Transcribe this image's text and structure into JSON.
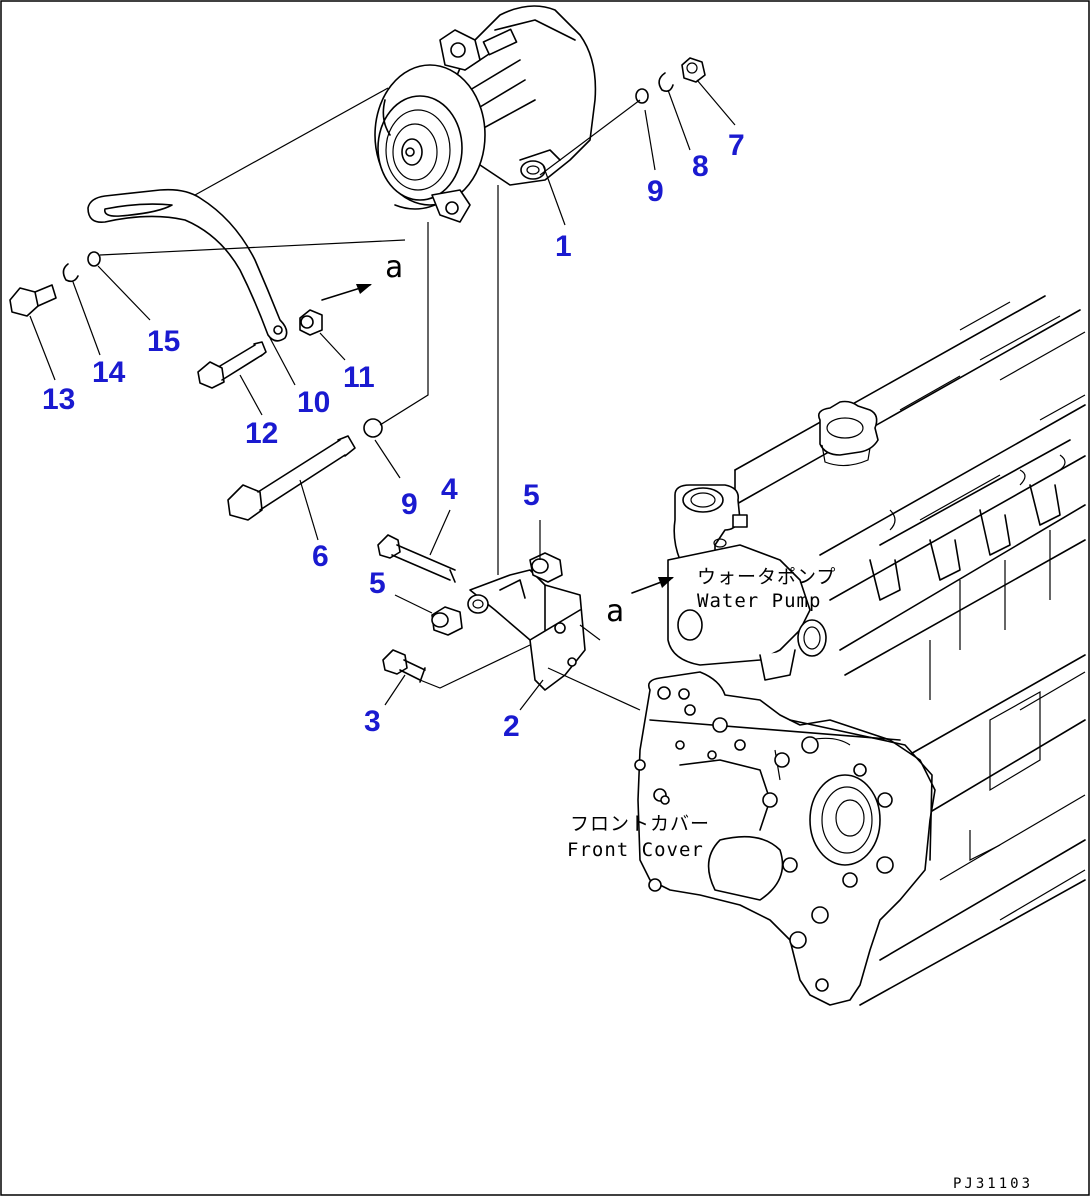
{
  "diagram": {
    "callouts": [
      {
        "id": "c1",
        "text": "1"
      },
      {
        "id": "c2",
        "text": "2"
      },
      {
        "id": "c3",
        "text": "3"
      },
      {
        "id": "c4",
        "text": "4"
      },
      {
        "id": "c5a",
        "text": "5"
      },
      {
        "id": "c5b",
        "text": "5"
      },
      {
        "id": "c6",
        "text": "6"
      },
      {
        "id": "c7",
        "text": "7"
      },
      {
        "id": "c8",
        "text": "8"
      },
      {
        "id": "c9a",
        "text": "9"
      },
      {
        "id": "c9b",
        "text": "9"
      },
      {
        "id": "c10",
        "text": "10"
      },
      {
        "id": "c11",
        "text": "11"
      },
      {
        "id": "c12",
        "text": "12"
      },
      {
        "id": "c13",
        "text": "13"
      },
      {
        "id": "c14",
        "text": "14"
      },
      {
        "id": "c15",
        "text": "15"
      }
    ],
    "reference_mark": "a",
    "labels": {
      "water_pump_jp": "ウォータポンプ",
      "water_pump_en": "Water Pump",
      "front_cover_jp": "フロントカバー",
      "front_cover_en": "Front Cover"
    },
    "drawing_code": "PJ31103"
  },
  "colors": {
    "callout": "#1a1ad0",
    "line": "#000000",
    "background": "#ffffff"
  }
}
